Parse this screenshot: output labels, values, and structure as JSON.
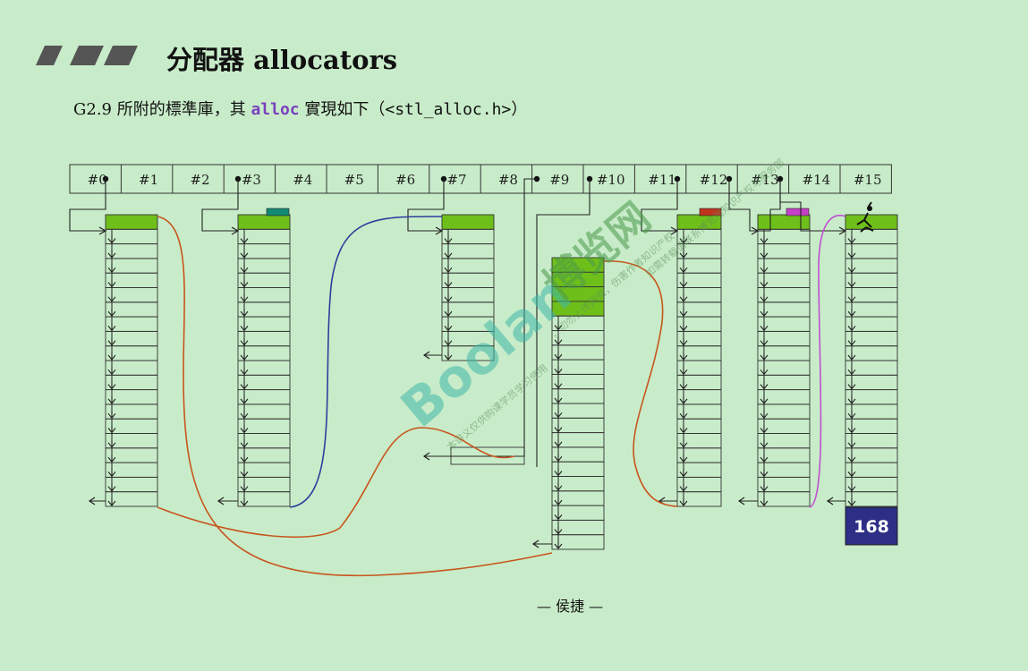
{
  "title": "分配器 allocators",
  "subtitle": {
    "prefix": "G2.9 所附的標準庫，其 ",
    "keyword": "alloc",
    "middle": " 實現如下（",
    "file": "<stl_alloc.h>",
    "suffix": "）"
  },
  "slots": [
    "#0",
    "#1",
    "#2",
    "#3",
    "#4",
    "#5",
    "#6",
    "#7",
    "#8",
    "#9",
    "#10",
    "#11",
    "#12",
    "#13",
    "#14",
    "#15"
  ],
  "badge": "168",
  "footer": "— 侯捷 —",
  "watermark": {
    "brand": "Boolan",
    "chinese": "博览网",
    "note_lower": "本讲义仅供购课学员学习使用",
    "note_middle": "，切勿上传网络，伤害作者知识产权",
    "note_right": "如需转载请联系博览网知识产权与服务部"
  },
  "colors": {
    "background": "#c8ecc9",
    "block_green": "#6fbf1a",
    "orange_link": "#c8551e",
    "blue_link": "#2b3f9c",
    "purple_link": "#c04fd0",
    "badge_bg": "#2d2f86",
    "teal_marker": "#138a74",
    "red_marker": "#c0341e",
    "magenta_marker": "#c540c9"
  }
}
